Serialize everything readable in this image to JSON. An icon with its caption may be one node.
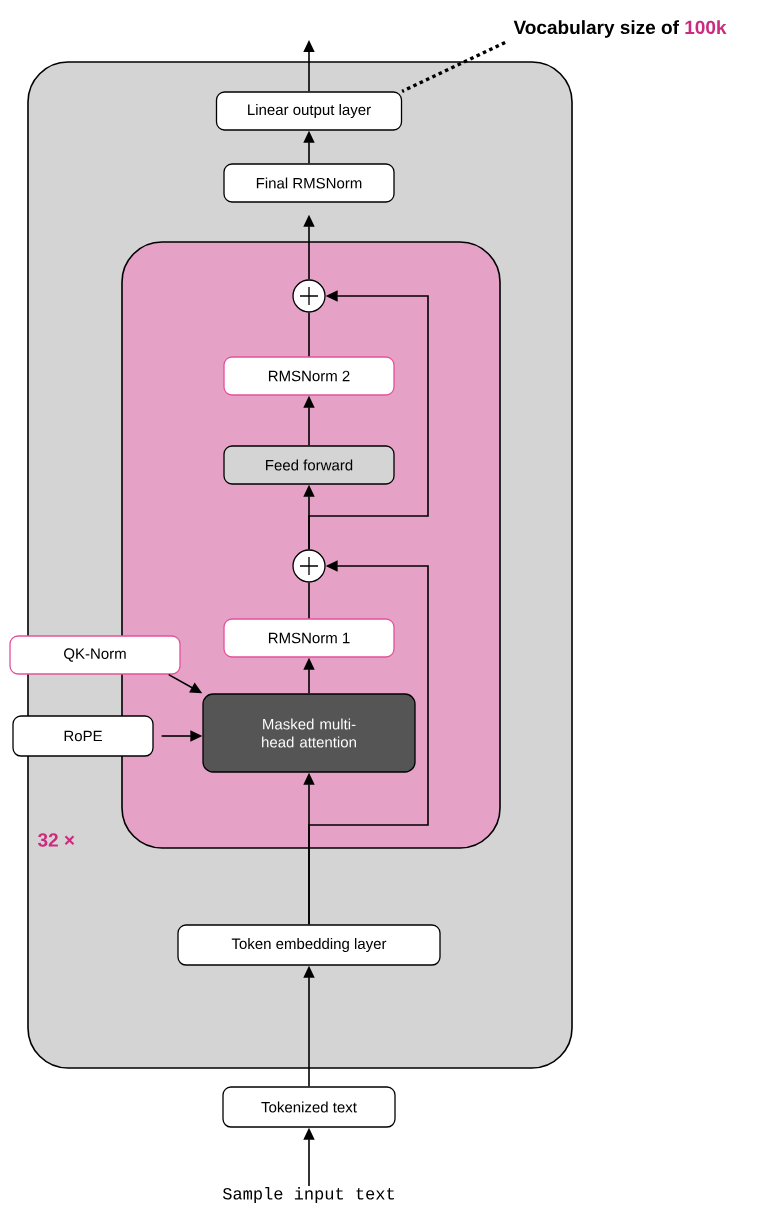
{
  "diagram": {
    "nodes": [
      {
        "text": [],
        "shape": "box"
      },
      {
        "text": [
          "Linear output layer"
        ],
        "in": 0
      },
      {
        "text": [
          "Final RMSNorm"
        ],
        "in": 0
      },
      {
        "text": [],
        "shape": "box",
        "in": 0,
        "beside": [
          "32 ×"
        ]
      },
      {
        "text": [],
        "shape": "circle",
        "in": 3
      },
      {
        "text": [
          "RMSNorm 2"
        ],
        "in": 3
      },
      {
        "text": [
          "Feed forward"
        ],
        "in": 3
      },
      {
        "text": [],
        "shape": "circle",
        "in": 3
      },
      {
        "text": [
          "RMSNorm 1"
        ],
        "in": 3
      },
      {
        "text": [
          "QK-Norm"
        ]
      },
      {
        "text": [
          "RoPE"
        ]
      },
      {
        "text": [
          "Masked multi-head attention"
        ],
        "in": 3
      },
      {
        "text": [
          "Token embedding layer"
        ],
        "in": 0
      },
      {
        "text": [
          "Tokenized text"
        ]
      },
      {
        "text": [
          "Sample input text"
        ]
      },
      {
        "text": [
          "Vocabulary size of",
          "100k"
        ]
      }
    ],
    "edges": [
      {
        "from": 14,
        "to": 13,
        "arrow": "to"
      },
      {
        "from": 13,
        "to": 12,
        "arrow": "to"
      },
      {
        "from": 12,
        "to": 11,
        "arrow": "to"
      },
      {
        "from": 12,
        "to": 7,
        "arrow": "to"
      },
      {
        "from": 11,
        "to": 8,
        "arrow": "to"
      },
      {
        "from": 8,
        "to": 7,
        "arrow": "none"
      },
      {
        "from": 7,
        "to": 6,
        "arrow": "to"
      },
      {
        "from": 7,
        "to": 4,
        "arrow": "to"
      },
      {
        "from": 6,
        "to": 5,
        "arrow": "to"
      },
      {
        "from": 5,
        "to": 4,
        "arrow": "none"
      },
      {
        "from": 4,
        "to": 2,
        "arrow": "to"
      },
      {
        "from": 2,
        "to": 1,
        "arrow": "to"
      },
      {
        "from": 1,
        "to": null,
        "arrow": "to"
      },
      {
        "from": 9,
        "to": 11,
        "arrow": "to"
      },
      {
        "from": 10,
        "to": 11,
        "arrow": "to"
      },
      {
        "from": 15,
        "to": 1,
        "arrow": "none",
        "style": "dashed"
      }
    ]
  }
}
